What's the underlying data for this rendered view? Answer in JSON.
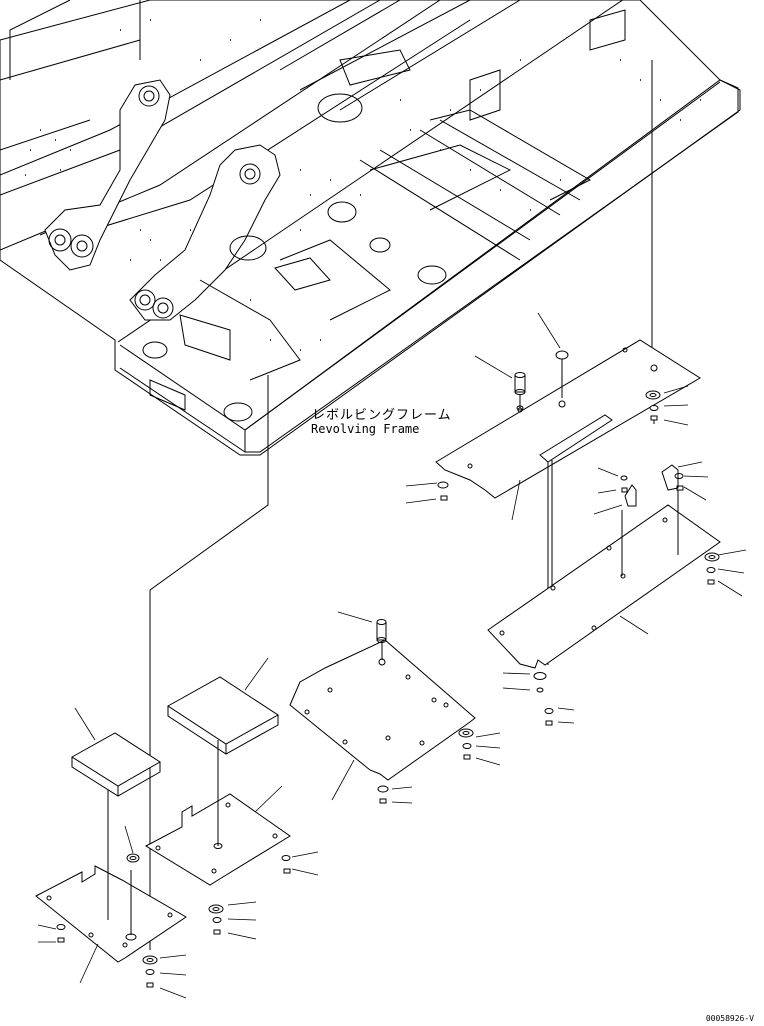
{
  "part_label": {
    "japanese": "レボルビングフレーム",
    "english": "Revolving Frame"
  },
  "drawing_id": "00058926-V"
}
